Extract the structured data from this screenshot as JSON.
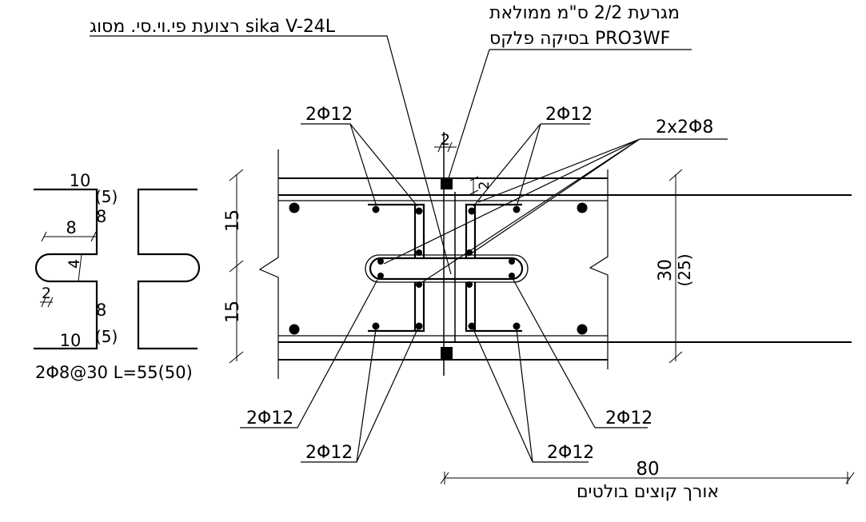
{
  "labels": {
    "waterstop_top": "מגרעת 2/2 ס\"מ ממולאת",
    "waterstop_bottom": "בסיקה פלקס PRO3WF",
    "pvc_tape": "רצועת פי.וי.סי. מסוג sika V-24L",
    "rebar_top_left": "2Φ12",
    "rebar_top_right": "2Φ12",
    "rebar_stirrups": "2x2Φ8",
    "rebar_bottom_left_outer": "2Φ12",
    "rebar_bottom_left_inner": "2Φ12",
    "rebar_bottom_right_outer": "2Φ12",
    "rebar_bottom_right_inner": "2Φ12",
    "detail_spec": "2Φ8@30 L=55(50)",
    "length_caption": "אורך קוצים בולטים"
  },
  "dimensions": {
    "notch_width": "2",
    "notch_depth": "2",
    "slab_upper_half": "15",
    "slab_lower_half": "15",
    "slab_total": "30",
    "slab_total_alt": "(25)",
    "dowel_length": "80",
    "hook_top": "10",
    "hook_top_alt": "(5)",
    "hook_upper_leg": "8",
    "hook_inner_width": "8",
    "hook_gap": "4",
    "hook_bend": "2",
    "hook_lower_leg": "8",
    "hook_bottom": "10",
    "hook_bottom_alt": "(5)"
  }
}
